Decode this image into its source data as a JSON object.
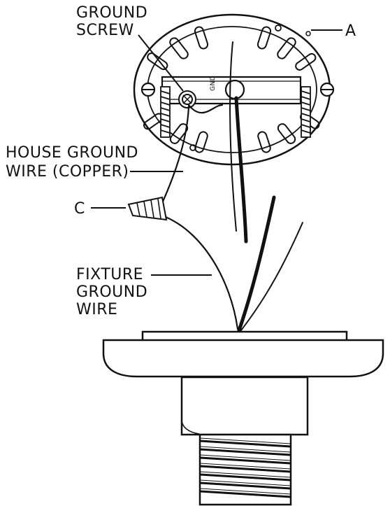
{
  "labels": {
    "ground_screw": [
      "GROUND",
      "SCREW"
    ],
    "plate_callout": "A",
    "house_ground_wire": [
      "HOUSE GROUND",
      "WIRE (COPPER)"
    ],
    "wire_nut_callout": "C",
    "fixture_ground_wire": [
      "FIXTURE",
      "GROUND",
      "WIRE"
    ],
    "gnd_mark": "GND"
  }
}
